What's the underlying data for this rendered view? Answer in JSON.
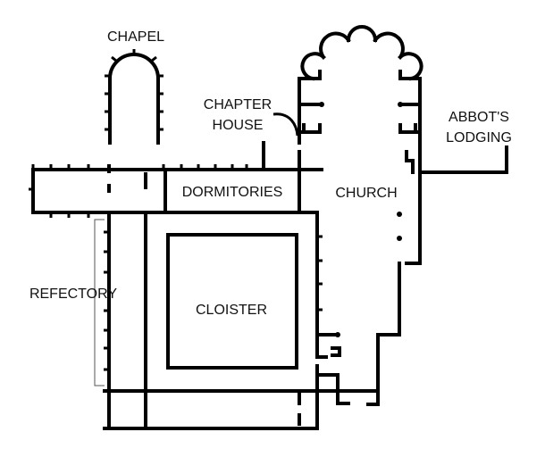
{
  "diagram": {
    "labels": {
      "chapel": "CHAPEL",
      "chapter_house_1": "CHAPTER",
      "chapter_house_2": "HOUSE",
      "abbots_lodging_1": "ABBOT'S",
      "abbots_lodging_2": "LODGING",
      "dormitories": "DORMITORIES",
      "church": "CHURCH",
      "refectory": "REFECTORY",
      "cloister": "CLOISTER"
    },
    "colors": {
      "walls": "#000000",
      "background": "#ffffff"
    }
  }
}
